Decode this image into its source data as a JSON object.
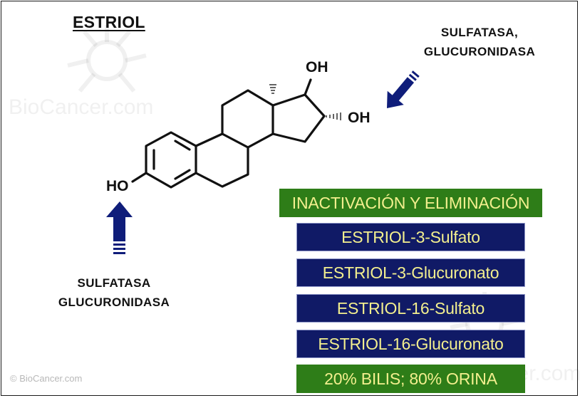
{
  "title": "ESTRIOL",
  "enzymes": {
    "top_right_line1": "SULFATASA,",
    "top_right_line2": "GLUCURONIDASA",
    "bottom_left_line1": "SULFATASA",
    "bottom_left_line2": "GLUCURONIDASA"
  },
  "molecule": {
    "oh_top": "OH",
    "oh_right": "OH",
    "ho_left": "HO"
  },
  "panel": {
    "header": "INACTIVACIÓN Y ELIMINACIÓN",
    "items": [
      "ESTRIOL-3-Sulfato",
      "ESTRIOL-3-Glucuronato",
      "ESTRIOL-16-Sulfato",
      "ESTRIOL-16-Glucuronato"
    ],
    "footer": "20% BILIS; 80% ORINA"
  },
  "watermark": {
    "text_left": "BioCancer.com",
    "text_right": "BioCancer.com",
    "copyright": "© BioCancer.com"
  },
  "colors": {
    "arrow": "#0f1d7a",
    "green_box": "#2e7d18",
    "navy_box": "#101a66",
    "box_text": "#f3ef8e"
  }
}
